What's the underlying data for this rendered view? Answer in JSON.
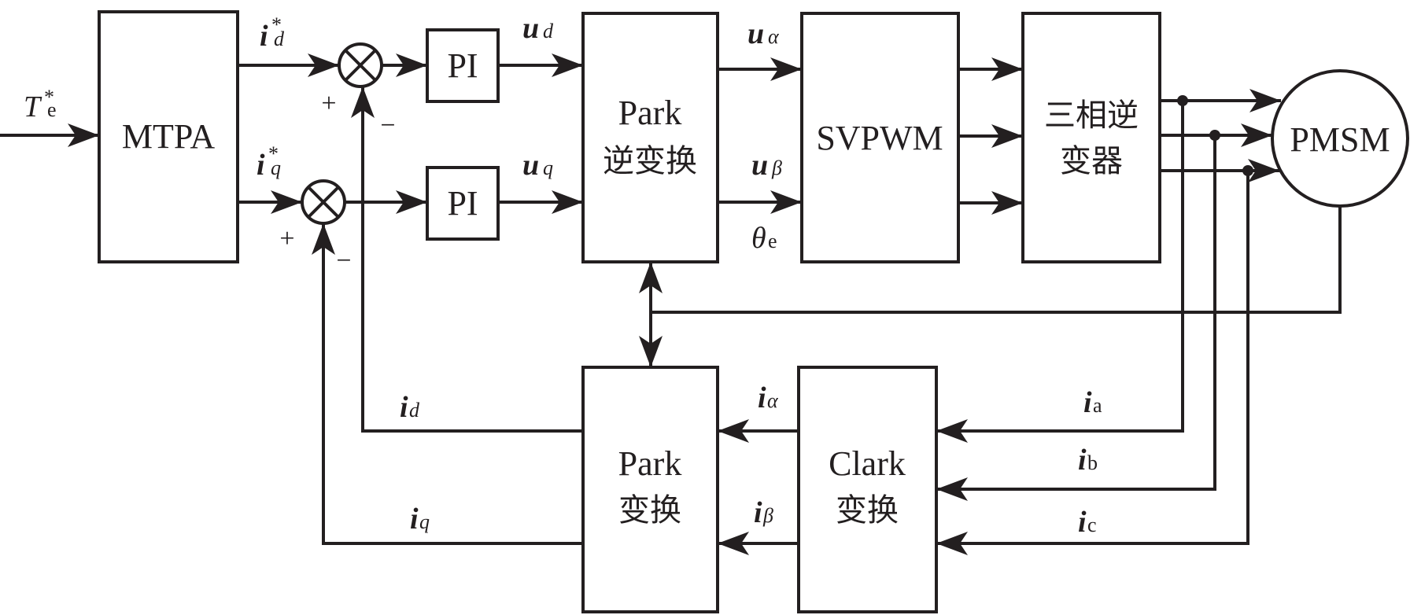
{
  "diagram": {
    "title": "PMSM MTPA vector control block diagram",
    "colors": {
      "stroke": "#231f20",
      "background": "#ffffff"
    },
    "blocks": {
      "mtpa": "MTPA",
      "pi_d": "PI",
      "pi_q": "PI",
      "park_inverse_line1": "Park",
      "park_inverse_line2": "逆变换",
      "svpwm": "SVPWM",
      "inverter_line1": "三相逆",
      "inverter_line2": "变器",
      "motor": "PMSM",
      "park_line1": "Park",
      "park_line2": "变换",
      "clark_line1": "Clark",
      "clark_line2": "变换"
    },
    "signals": {
      "torque_ref": {
        "main": "T",
        "sup": "*",
        "sub": "e"
      },
      "id_ref": {
        "main": "i",
        "sup": "*",
        "sub": "d"
      },
      "iq_ref": {
        "main": "i",
        "sup": "*",
        "sub": "q"
      },
      "ud": {
        "main": "u",
        "sub": "d"
      },
      "uq": {
        "main": "u",
        "sub": "q"
      },
      "u_alpha": {
        "main": "u",
        "sub": "α"
      },
      "u_beta": {
        "main": "u",
        "sub": "β"
      },
      "theta_e": {
        "main": "θ",
        "sub": "e"
      },
      "id": {
        "main": "i",
        "sub": "d"
      },
      "iq": {
        "main": "i",
        "sub": "q"
      },
      "i_alpha": {
        "main": "i",
        "sub": "α"
      },
      "i_beta": {
        "main": "i",
        "sub": "β"
      },
      "ia": {
        "main": "i",
        "sub": "a"
      },
      "ib": {
        "main": "i",
        "sub": "b"
      },
      "ic": {
        "main": "i",
        "sub": "c"
      }
    },
    "summing_signs": {
      "sum_d_plus": "+",
      "sum_d_minus": "−",
      "sum_q_plus": "+",
      "sum_q_minus": "−"
    }
  }
}
